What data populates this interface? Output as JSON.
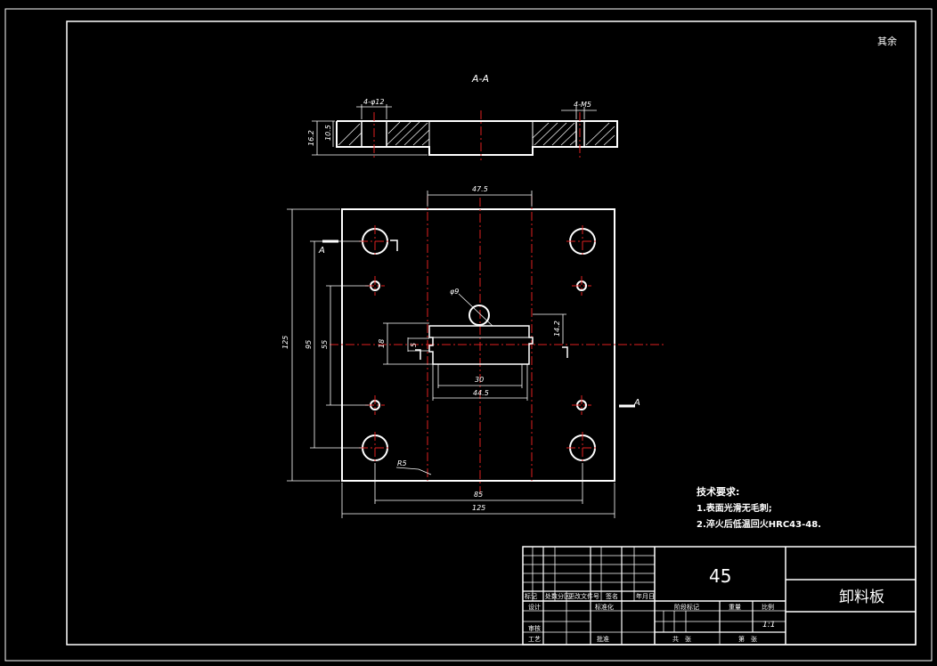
{
  "corner_mark": "其余",
  "section": {
    "label": "A-A",
    "callout_left": "4-φ12",
    "callout_right": "4-M5",
    "dim_height_total": "16.2",
    "dim_height_inner": "10.5"
  },
  "plan": {
    "dim_top_width": "47.5",
    "dim_hole_dia": "φ9",
    "dim_slot_depth": "14.2",
    "dim_slot_height": "18",
    "dim_slot_small": "5",
    "dim_slot_inner": "30",
    "dim_slot_outer": "44.5",
    "dim_radius": "R5",
    "dim_bottom_inner": "85",
    "dim_bottom_total": "125",
    "dim_left_total": "125",
    "dim_left_outer": "95",
    "dim_left_inner": "55",
    "section_mark_left": "A",
    "section_mark_right": "A"
  },
  "tech_notes": {
    "title": "技术要求:",
    "line1": "1.表面光滑无毛刺;",
    "line2": "2.淬火后低温回火HRC43-48."
  },
  "title_block": {
    "material": "45",
    "part_name": "卸料板",
    "label_marking": "阶段标记",
    "label_weight": "重量",
    "label_scale": "比例",
    "scale_value": "1:1",
    "label_sheet_total": "共　张",
    "label_sheet_no": "第　张",
    "row_labels": [
      "标记",
      "处数",
      "分区",
      "更改文件号",
      "签名",
      "年月日"
    ],
    "label_design": "设计",
    "label_standard": "标准化",
    "label_check": "审核",
    "label_process": "工艺",
    "label_approve": "批准"
  }
}
